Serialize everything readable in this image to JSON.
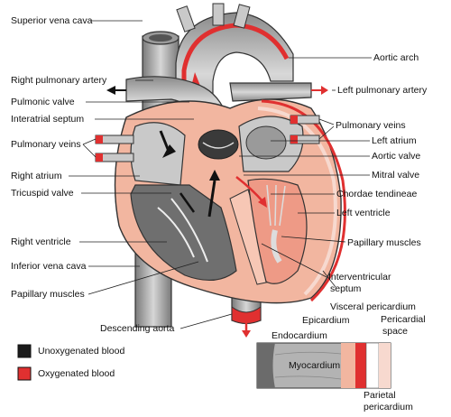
{
  "labels_left": {
    "superior_vena_cava": "Superior vena cava",
    "right_pulmonary_artery": "Right pulmonary artery",
    "pulmonic_valve": "Pulmonic valve",
    "interatrial_septum": "Interatrial septum",
    "pulmonary_veins": "Pulmonary veins",
    "right_atrium": "Right atrium",
    "tricuspid_valve": "Tricuspid valve",
    "right_ventricle": "Right ventricle",
    "inferior_vena_cava": "Inferior vena cava",
    "papillary_muscles": "Papillary muscles",
    "descending_aorta": "Descending aorta"
  },
  "labels_right": {
    "aortic_arch": "Aortic arch",
    "left_pulmonary_artery": "Left pulmonary artery",
    "pulmonary_veins": "Pulmonary veins",
    "left_atrium": "Left atrium",
    "aortic_valve": "Aortic valve",
    "mitral_valve": "Mitral valve",
    "chordae_tendineae": "Chordae tendineae",
    "left_ventricle": "Left ventricle",
    "papillary_muscles": "Papillary muscles",
    "interventricular_septum_1": "Interventricular",
    "interventricular_septum_2": "septum",
    "visceral_pericardium": "Visceral pericardium",
    "epicardium": "Epicardium",
    "pericardial_space_1": "Pericardial",
    "pericardial_space_2": "space",
    "endocardium": "Endocardium",
    "myocardium": "Myocardium",
    "parietal_pericardium_1": "Parietal",
    "parietal_pericardium_2": "pericardium"
  },
  "legend": {
    "unoxygenated": "Unoxygenated blood",
    "oxygenated": "Oxygenated blood"
  },
  "colors": {
    "unoxygenated": "#1a1a1a",
    "oxygenated": "#e03030",
    "muscle": "#f2b6a0",
    "gray_vessel": "#a8a8a8",
    "dark_gray": "#5e5e5e"
  }
}
